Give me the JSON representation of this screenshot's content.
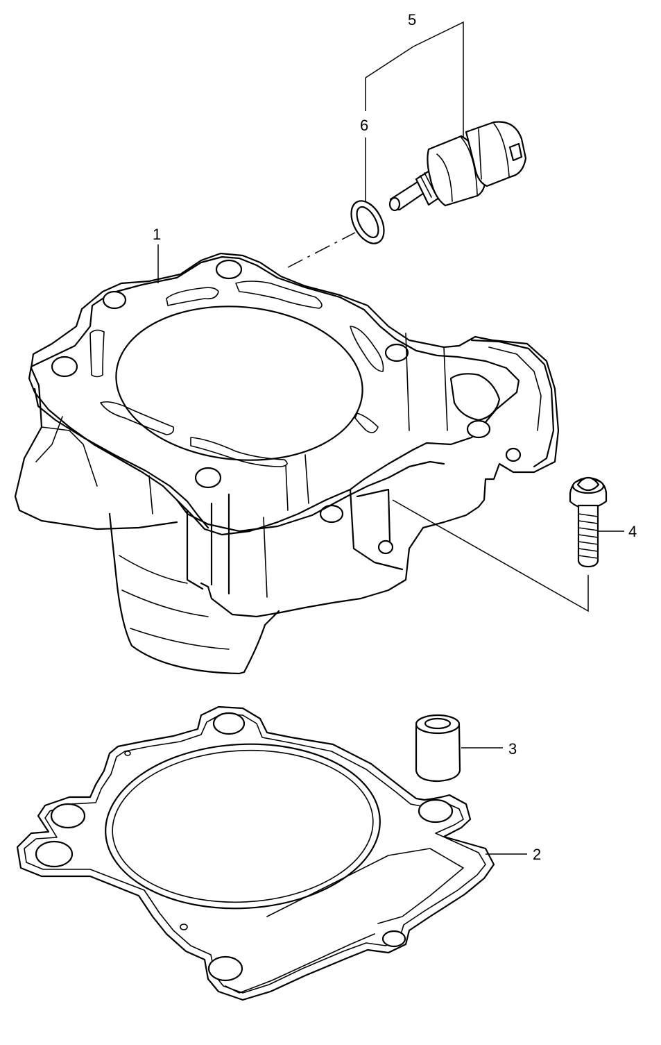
{
  "diagram": {
    "callouts": [
      {
        "id": "1",
        "text": "1"
      },
      {
        "id": "2",
        "text": "2"
      },
      {
        "id": "3",
        "text": "3"
      },
      {
        "id": "4",
        "text": "4"
      },
      {
        "id": "5",
        "text": "5"
      },
      {
        "id": "6",
        "text": "6"
      }
    ],
    "parts": [
      {
        "callout": "1",
        "icon": "cylinder-icon"
      },
      {
        "callout": "2",
        "icon": "gasket-icon"
      },
      {
        "callout": "3",
        "icon": "dowel-pin-icon"
      },
      {
        "callout": "4",
        "icon": "bolt-icon"
      },
      {
        "callout": "5",
        "icon": "temperature-sensor-icon"
      },
      {
        "callout": "6",
        "icon": "o-ring-icon"
      }
    ]
  }
}
